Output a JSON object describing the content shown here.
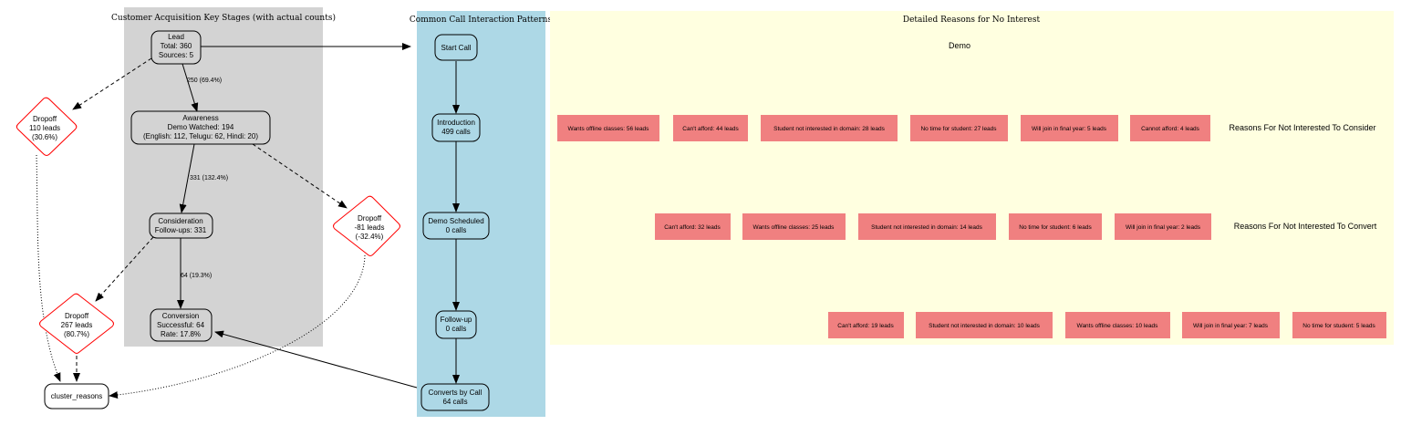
{
  "clusters": {
    "stages_label": "Customer Acquisition Key Stages (with actual counts)",
    "call_label": "Common Call Interaction Patterns",
    "reasons_label": "Detailed Reasons for No Interest",
    "reasons_sub": "Demo"
  },
  "stages": {
    "lead": [
      "Lead",
      "Total: 360",
      "Sources: 5"
    ],
    "awareness": [
      "Awareness",
      "Demo Watched: 194",
      "(English: 112, Telugu: 62, Hindi: 20)"
    ],
    "consideration": [
      "Consideration",
      "Follow-ups: 331"
    ],
    "conversion": [
      "Conversion",
      "Successful: 64",
      "Rate: 17.8%"
    ]
  },
  "dropoffs": {
    "d1": [
      "Dropoff",
      "110 leads",
      "(30.6%)"
    ],
    "d2": [
      "Dropoff",
      "-81 leads",
      "(-32.4%)"
    ],
    "d3": [
      "Dropoff",
      "267 leads",
      "(80.7%)"
    ]
  },
  "cluster_reasons": "cluster_reasons",
  "edges": {
    "lead_awareness": "250 (69.4%)",
    "awareness_consideration": "331 (132.4%)",
    "consideration_conversion": "64 (19.3%)"
  },
  "calls": {
    "start": [
      "Start Call"
    ],
    "intro": [
      "Introduction",
      "499 calls"
    ],
    "demo": [
      "Demo Scheduled",
      "0 calls"
    ],
    "followup": [
      "Follow-up",
      "0 calls"
    ],
    "converts": [
      "Converts by Call",
      "64 calls"
    ]
  },
  "reasons": {
    "consider": {
      "label": "Reasons For Not Interested To Consider",
      "items": [
        "Wants offline classes: 56 leads",
        "Can't afford: 44 leads",
        "Student not interested in domain: 28 leads",
        "No time for student: 27 leads",
        "Will join in final year: 5 leads",
        "Cannot afford: 4 leads"
      ]
    },
    "convert": {
      "label": "Reasons For Not Interested To Convert",
      "items": [
        "Can't afford: 32 leads",
        "Wants offline classes: 25 leads",
        "Student not interested in domain: 14 leads",
        "No time for student: 6 leads",
        "Will join in final year: 2 leads"
      ]
    },
    "other": {
      "items": [
        "Can't afford: 19 leads",
        "Student not interested in domain: 10 leads",
        "Wants offline classes: 10 leads",
        "Will join in final year: 7 leads",
        "No time for student: 5 leads"
      ]
    }
  },
  "colors": {
    "stages_bg": "#d3d3d3",
    "call_bg": "#add8e6",
    "reasons_bg": "#ffffe0",
    "reason_box": "#f08080",
    "dropoff_border": "#ff0000"
  }
}
